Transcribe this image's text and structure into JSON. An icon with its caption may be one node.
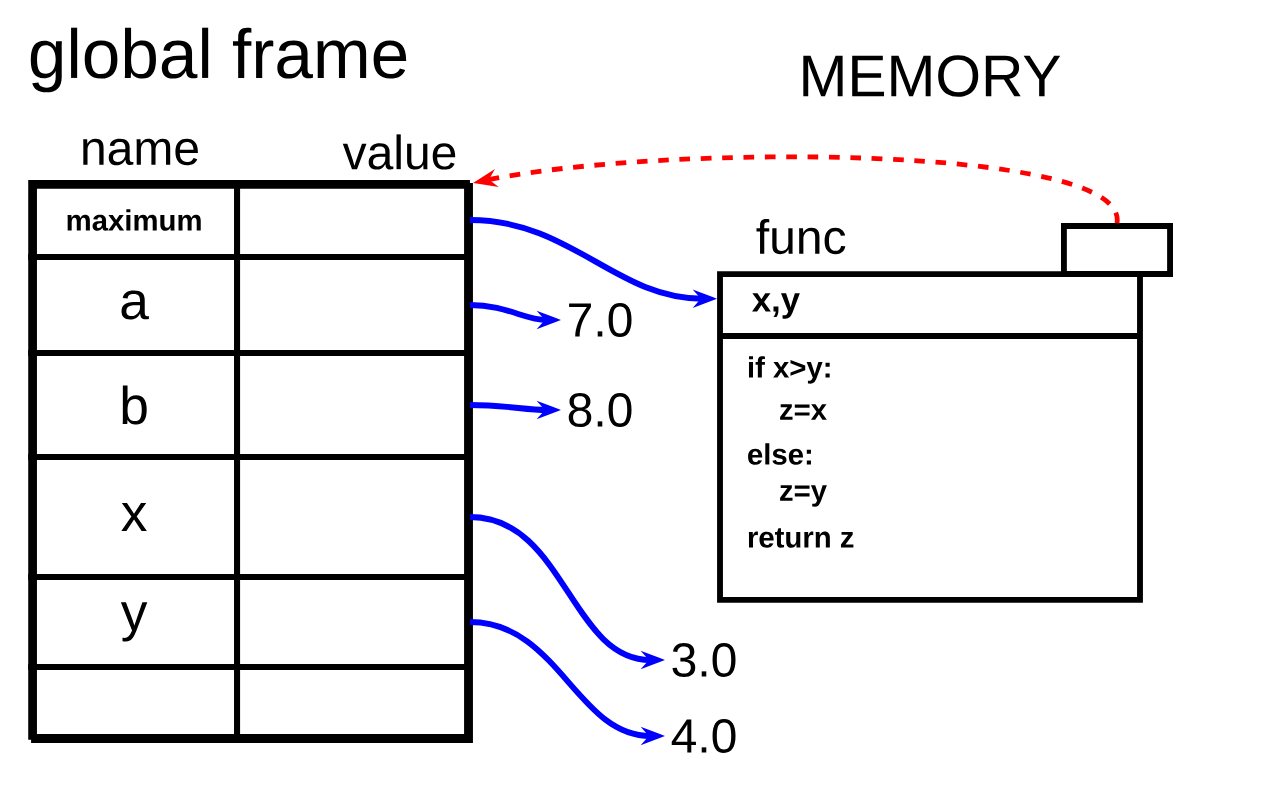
{
  "diagram": {
    "nodes": [
      {
        "text": [
          "global frame"
        ]
      },
      {
        "text": [
          "maximum"
        ],
        "in": 0
      },
      {
        "text": [],
        "shape": "box",
        "in": 0
      },
      {
        "text": [
          "a"
        ],
        "in": 0
      },
      {
        "text": [],
        "shape": "box",
        "in": 0
      },
      {
        "text": [
          "b"
        ],
        "in": 0
      },
      {
        "text": [],
        "shape": "box",
        "in": 0
      },
      {
        "text": [
          "x"
        ],
        "in": 0
      },
      {
        "text": [],
        "shape": "box",
        "in": 0
      },
      {
        "text": [
          "y"
        ],
        "in": 0
      },
      {
        "text": [],
        "shape": "box",
        "in": 0
      },
      {
        "text": [],
        "shape": "box",
        "in": 0
      },
      {
        "text": [],
        "shape": "box",
        "in": 0
      },
      {
        "text": [
          "7.0"
        ]
      },
      {
        "text": [
          "8.0"
        ]
      },
      {
        "text": [
          "3.0"
        ]
      },
      {
        "text": [
          "4.0"
        ]
      },
      {
        "text": [
          "func",
          "x,y",
          "if x>y:",
          "z=x",
          "else:",
          "z=y",
          "return z"
        ]
      },
      {
        "text": [],
        "shape": "box"
      }
    ],
    "edges": [
      {
        "from": 2,
        "to": 17,
        "arrow": "to"
      },
      {
        "from": 4,
        "to": 13,
        "arrow": "to"
      },
      {
        "from": 6,
        "to": 14,
        "arrow": "to"
      },
      {
        "from": 8,
        "to": 15,
        "arrow": "to"
      },
      {
        "from": 10,
        "to": 16,
        "arrow": "to"
      },
      {
        "from": 18,
        "to": 0,
        "arrow": "to",
        "style": "dashed",
        "color": "#ff0000"
      }
    ],
    "labels": [
      "name",
      "value",
      "MEMORY"
    ]
  }
}
